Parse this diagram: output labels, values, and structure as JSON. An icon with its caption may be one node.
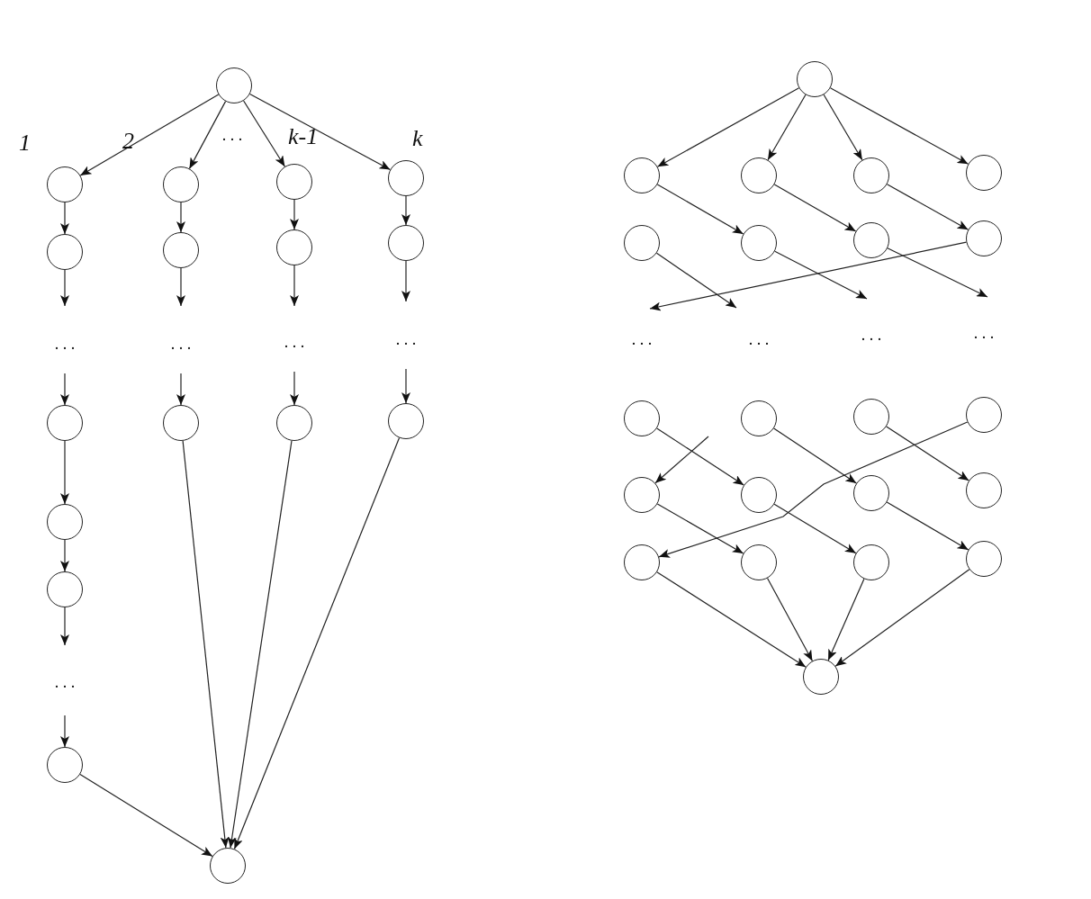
{
  "diagram": {
    "nodes": [
      {
        "text": [],
        "shape": "circle"
      },
      {
        "text": [],
        "shape": "circle",
        "beside": [
          "1"
        ]
      },
      {
        "text": [],
        "shape": "circle"
      },
      {
        "text": [],
        "shape": "circle"
      },
      {
        "text": [],
        "shape": "circle"
      },
      {
        "text": [],
        "shape": "circle"
      },
      {
        "text": [],
        "shape": "circle"
      },
      {
        "text": [],
        "shape": "circle",
        "beside": [
          "2"
        ]
      },
      {
        "text": [],
        "shape": "circle"
      },
      {
        "text": [],
        "shape": "circle"
      },
      {
        "text": [],
        "shape": "circle",
        "beside": [
          "k-1"
        ]
      },
      {
        "text": [],
        "shape": "circle"
      },
      {
        "text": [],
        "shape": "circle"
      },
      {
        "text": [],
        "shape": "circle",
        "beside": [
          "k"
        ]
      },
      {
        "text": [],
        "shape": "circle"
      },
      {
        "text": [],
        "shape": "circle"
      },
      {
        "text": [],
        "shape": "circle"
      },
      {
        "text": [],
        "shape": "circle"
      },
      {
        "text": [],
        "shape": "circle"
      },
      {
        "text": [],
        "shape": "circle"
      },
      {
        "text": [],
        "shape": "circle"
      },
      {
        "text": [],
        "shape": "circle"
      },
      {
        "text": [],
        "shape": "circle"
      },
      {
        "text": [],
        "shape": "circle"
      },
      {
        "text": [],
        "shape": "circle"
      },
      {
        "text": [],
        "shape": "circle"
      },
      {
        "text": [],
        "shape": "circle"
      },
      {
        "text": [],
        "shape": "circle"
      },
      {
        "text": [],
        "shape": "circle"
      },
      {
        "text": [],
        "shape": "circle"
      },
      {
        "text": [],
        "shape": "circle"
      },
      {
        "text": [],
        "shape": "circle"
      },
      {
        "text": [],
        "shape": "circle"
      },
      {
        "text": [],
        "shape": "circle"
      },
      {
        "text": [],
        "shape": "circle"
      },
      {
        "text": [],
        "shape": "circle"
      },
      {
        "text": [],
        "shape": "circle"
      },
      {
        "text": [],
        "shape": "circle"
      },
      {
        "text": [],
        "shape": "circle"
      }
    ],
    "edges": [
      {
        "from": 0,
        "to": 1,
        "arrow": "to"
      },
      {
        "from": 0,
        "to": 7,
        "arrow": "to"
      },
      {
        "from": 0,
        "to": 10,
        "arrow": "to"
      },
      {
        "from": 0,
        "to": 13,
        "arrow": "to"
      },
      {
        "from": 1,
        "to": 2,
        "arrow": "to"
      },
      {
        "from": 2,
        "to": null,
        "arrow": "to"
      },
      {
        "from": null,
        "to": 3,
        "arrow": "to"
      },
      {
        "from": 3,
        "to": 4,
        "arrow": "to"
      },
      {
        "from": 4,
        "to": 5,
        "arrow": "to"
      },
      {
        "from": 5,
        "to": null,
        "arrow": "to"
      },
      {
        "from": null,
        "to": 6,
        "arrow": "to"
      },
      {
        "from": 7,
        "to": 8,
        "arrow": "to"
      },
      {
        "from": 8,
        "to": null,
        "arrow": "to"
      },
      {
        "from": null,
        "to": 9,
        "arrow": "to"
      },
      {
        "from": 10,
        "to": 11,
        "arrow": "to"
      },
      {
        "from": 11,
        "to": null,
        "arrow": "to"
      },
      {
        "from": null,
        "to": 12,
        "arrow": "to"
      },
      {
        "from": 13,
        "to": 14,
        "arrow": "to"
      },
      {
        "from": 14,
        "to": null,
        "arrow": "to"
      },
      {
        "from": null,
        "to": 15,
        "arrow": "to"
      },
      {
        "from": 6,
        "to": 16,
        "arrow": "to"
      },
      {
        "from": 9,
        "to": 16,
        "arrow": "to"
      },
      {
        "from": 12,
        "to": 16,
        "arrow": "to"
      },
      {
        "from": 15,
        "to": 16,
        "arrow": "to"
      },
      {
        "from": 17,
        "to": 18,
        "arrow": "to"
      },
      {
        "from": 17,
        "to": 19,
        "arrow": "to"
      },
      {
        "from": 17,
        "to": 20,
        "arrow": "to"
      },
      {
        "from": 17,
        "to": 21,
        "arrow": "to"
      },
      {
        "from": 18,
        "to": 23,
        "arrow": "to"
      },
      {
        "from": 19,
        "to": 24,
        "arrow": "to"
      },
      {
        "from": 20,
        "to": 25,
        "arrow": "to"
      },
      {
        "from": 22,
        "to": null,
        "arrow": "to"
      },
      {
        "from": 23,
        "to": null,
        "arrow": "to"
      },
      {
        "from": 24,
        "to": null,
        "arrow": "to"
      },
      {
        "from": 25,
        "to": null,
        "arrow": "to"
      },
      {
        "from": 26,
        "to": 31,
        "arrow": "to"
      },
      {
        "from": null,
        "to": 30,
        "arrow": "to"
      },
      {
        "from": 27,
        "to": 32,
        "arrow": "to"
      },
      {
        "from": 28,
        "to": 33,
        "arrow": "to"
      },
      {
        "from": 29,
        "to": 34,
        "arrow": "to"
      },
      {
        "from": 30,
        "to": 35,
        "arrow": "to"
      },
      {
        "from": 31,
        "to": 36,
        "arrow": "to"
      },
      {
        "from": 32,
        "to": 37,
        "arrow": "to"
      },
      {
        "from": 34,
        "to": 38,
        "arrow": "to"
      },
      {
        "from": 35,
        "to": 38,
        "arrow": "to"
      },
      {
        "from": 36,
        "to": 38,
        "arrow": "to"
      },
      {
        "from": 37,
        "to": 38,
        "arrow": "to"
      }
    ],
    "labels": [
      ". . .",
      ". . .",
      ". . .",
      ". . .",
      ". . .",
      ". . .",
      ". . .",
      ". . .",
      ". . .",
      ". . ."
    ]
  }
}
